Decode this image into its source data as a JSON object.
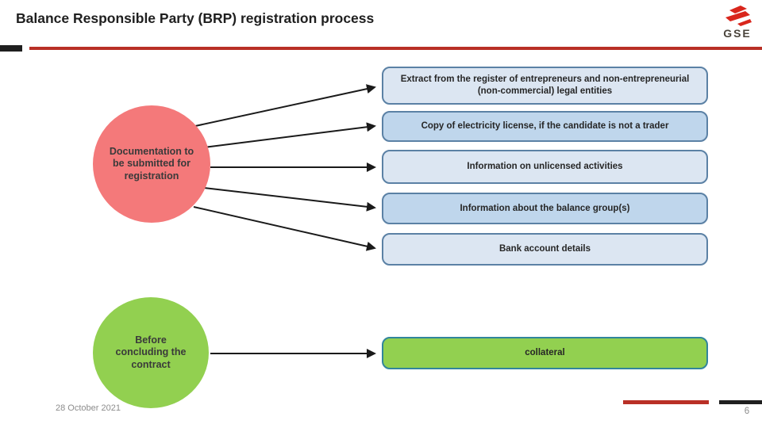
{
  "slide": {
    "title": "Balance Responsible Party (BRP) registration process",
    "footer_date": "28 October 2021",
    "page_number": "6"
  },
  "logo": {
    "text": "GSE"
  },
  "diagram": {
    "red_circle_label": "Documentation to be submitted for registration",
    "green_circle_label": "Before concluding the contract",
    "boxes": [
      {
        "label": "Extract from the register of entrepreneurs and non-entrepreneurial (non-commercial) legal entities",
        "variant": "light"
      },
      {
        "label": "Copy of electricity license, if the candidate is not a trader",
        "variant": "dark"
      },
      {
        "label": "Information on unlicensed activities",
        "variant": "light"
      },
      {
        "label": "Information about the balance group(s)",
        "variant": "dark"
      },
      {
        "label": "Bank account details",
        "variant": "light"
      }
    ],
    "collateral_label": "collateral"
  },
  "colors": {
    "accent_red": "#b93026",
    "circle_red": "#f4797a",
    "green": "#92d050",
    "box_light": "#dce6f2",
    "box_dark": "#bfd6ec",
    "box_border": "#5b81a5",
    "collateral_border": "#31859c",
    "logo_red": "#d9261c"
  }
}
